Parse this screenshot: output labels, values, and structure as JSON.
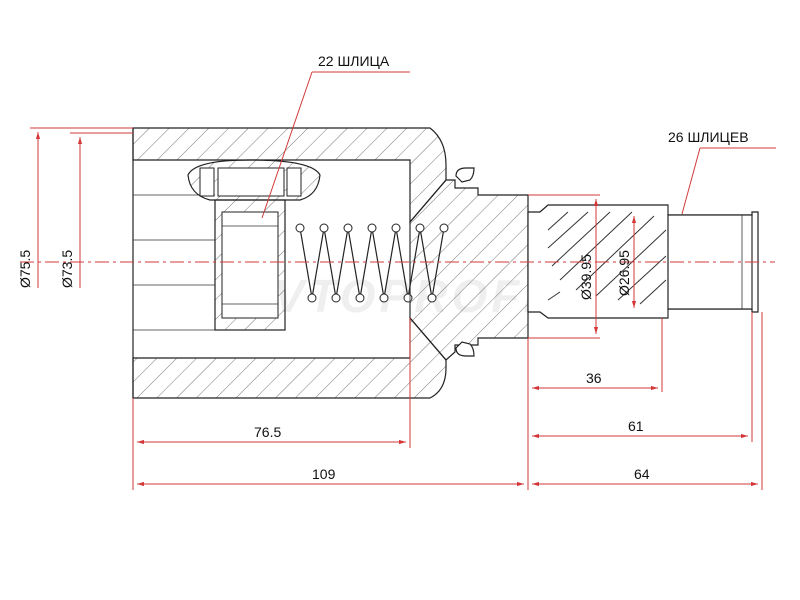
{
  "callouts": {
    "inner_splines": "22 ШЛИЦА",
    "outer_splines": "26 ШЛИЦЕВ"
  },
  "diameters": {
    "outer_body": "Ø75.5",
    "inner_body": "Ø73.5",
    "shaft_major": "Ø39.95",
    "shaft_minor": "Ø26.95"
  },
  "lengths": {
    "cup_depth": "76.5",
    "body_length": "109",
    "spline_length": "36",
    "shaft_to_groove": "61",
    "shaft_length": "64"
  },
  "watermark": "AVTOPROFI",
  "colors": {
    "dimension_lines": "#d23a3a",
    "outline": "#222222",
    "text": "#111111"
  }
}
